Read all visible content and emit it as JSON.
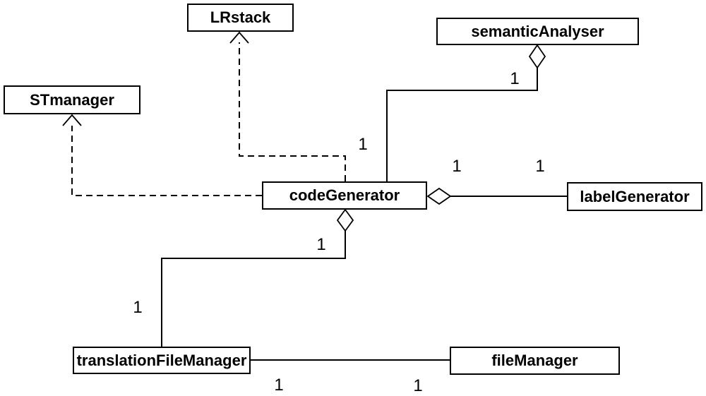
{
  "diagram": {
    "kind": "uml-class-diagram",
    "colors": {
      "background": "#ffffff",
      "stroke": "#000000",
      "text": "#000000"
    },
    "classes": [
      {
        "name": "LRstack"
      },
      {
        "name": "STmanager"
      },
      {
        "name": "semanticAnalyser"
      },
      {
        "name": "codeGenerator"
      },
      {
        "name": "labelGenerator"
      },
      {
        "name": "translationFileManager"
      },
      {
        "name": "fileManager"
      }
    ],
    "relationships": [
      {
        "from": "codeGenerator",
        "to": "LRstack",
        "type": "dependency",
        "style": "dashed-open-arrow"
      },
      {
        "from": "codeGenerator",
        "to": "STmanager",
        "type": "dependency",
        "style": "dashed-open-arrow"
      },
      {
        "from": "semanticAnalyser",
        "to": "codeGenerator",
        "type": "aggregation",
        "diamond_at": "semanticAnalyser",
        "multiplicity_diamond_end": "1",
        "multiplicity_far_end": "1"
      },
      {
        "from": "codeGenerator",
        "to": "labelGenerator",
        "type": "aggregation",
        "diamond_at": "codeGenerator",
        "multiplicity_diamond_end": "1",
        "multiplicity_far_end": "1"
      },
      {
        "from": "codeGenerator",
        "to": "translationFileManager",
        "type": "aggregation",
        "diamond_at": "codeGenerator",
        "multiplicity_diamond_end": "1",
        "multiplicity_far_end": "1"
      },
      {
        "from": "translationFileManager",
        "to": "fileManager",
        "type": "association",
        "multiplicity_from": "1",
        "multiplicity_to": "1"
      }
    ],
    "multiplicities": [
      "1",
      "1",
      "1",
      "1",
      "1",
      "1",
      "1",
      "1"
    ]
  }
}
